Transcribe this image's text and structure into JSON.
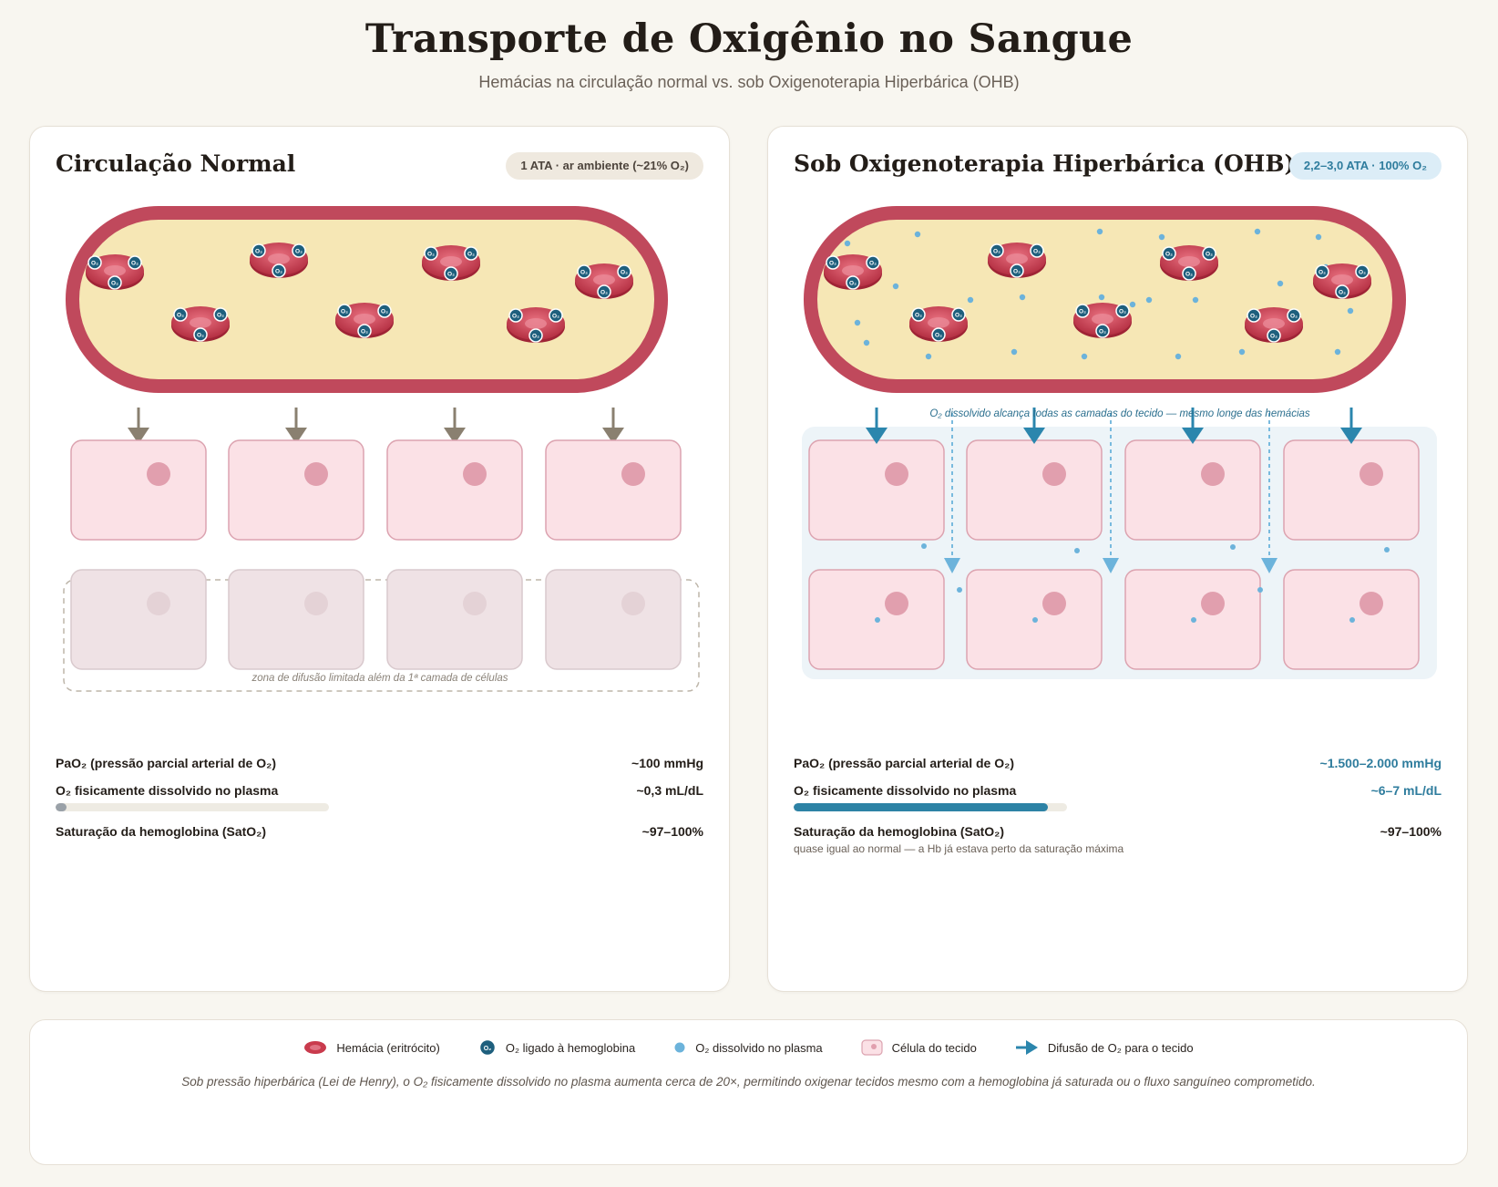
{
  "header": {
    "title": "Transporte de Oxigênio no Sangue",
    "subtitle": "Hemácias na circulação normal vs. sob Oxigenoterapia Hiperbárica (OHB)"
  },
  "panels": {
    "normal": {
      "title": "Circulação Normal",
      "badge": "1 ATA · ar ambiente (~21% O₂)",
      "zone_label": "zona de difusão limitada além da 1ª camada de células",
      "metrics": {
        "pao2_label": "PaO₂ (pressão parcial arterial de O₂)",
        "pao2_value": "~100 mmHg",
        "dissolved_label": "O₂ fisicamente dissolvido no plasma",
        "dissolved_value": "~0,3 mL/dL",
        "dissolved_fraction": 0.04,
        "sat_label": "Saturação da hemoglobina (SatO₂)",
        "sat_value": "~97–100%"
      }
    },
    "hbo": {
      "title": "Sob Oxigenoterapia Hiperbárica (OHB)",
      "badge": "2,2–3,0 ATA · 100% O₂",
      "diffusion_label": "O₂ dissolvido alcança todas as camadas do tecido — mesmo longe das hemácias",
      "metrics": {
        "pao2_label": "PaO₂ (pressão parcial arterial de O₂)",
        "pao2_value": "~1.500–2.000 mmHg",
        "dissolved_label": "O₂ fisicamente dissolvido no plasma",
        "dissolved_value": "~6–7 mL/dL",
        "dissolved_fraction": 0.93,
        "sat_label": "Saturação da hemoglobina (SatO₂)",
        "sat_value": "~97–100%",
        "sat_note": "quase igual ao normal — a Hb já estava perto da saturação máxima"
      }
    }
  },
  "o2_symbol": "O₂",
  "legend": {
    "items": [
      {
        "icon": "red-blood-cell-icon",
        "label": "Hemácia (eritrócito)"
      },
      {
        "icon": "bound-o2-icon",
        "label": "O₂ ligado à hemoglobina"
      },
      {
        "icon": "dissolved-o2-icon",
        "label": "O₂ dissolvido no plasma"
      },
      {
        "icon": "tissue-cell-icon",
        "label": "Célula do tecido"
      },
      {
        "icon": "diffusion-arrow-icon",
        "label": "Difusão de O₂ para o tecido"
      }
    ],
    "caption": "Sob pressão hiperbárica (Lei de Henry), o O₂ fisicamente dissolvido no plasma aumenta cerca de 20×, permitindo oxigenar tecidos mesmo com a hemoglobina já saturada ou o fluxo sanguíneo comprometido."
  },
  "colors": {
    "vessel_wall": "#c0495c",
    "plasma": "#f6e7b5",
    "rbc": "#c93b4d",
    "o2_bound": "#1e5f7d",
    "o2_dissolved": "#6cb3db",
    "tissue_fill": "#fbe1e6",
    "tissue_nucleus": "#e19fae",
    "arrow_normal": "#8a8070",
    "arrow_hbo": "#2b86ad"
  }
}
